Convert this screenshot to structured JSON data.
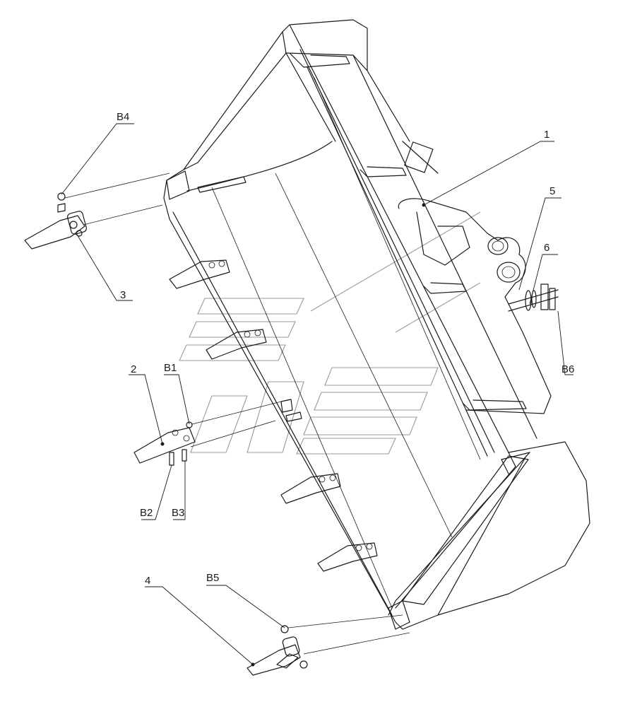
{
  "callouts": {
    "c1": "1",
    "c2": "2",
    "c3": "3",
    "c4": "4",
    "c5": "5",
    "c6": "6",
    "b1": "B1",
    "b2": "B2",
    "b3": "B3",
    "b4": "B4",
    "b5": "B5",
    "b6": "B6"
  }
}
